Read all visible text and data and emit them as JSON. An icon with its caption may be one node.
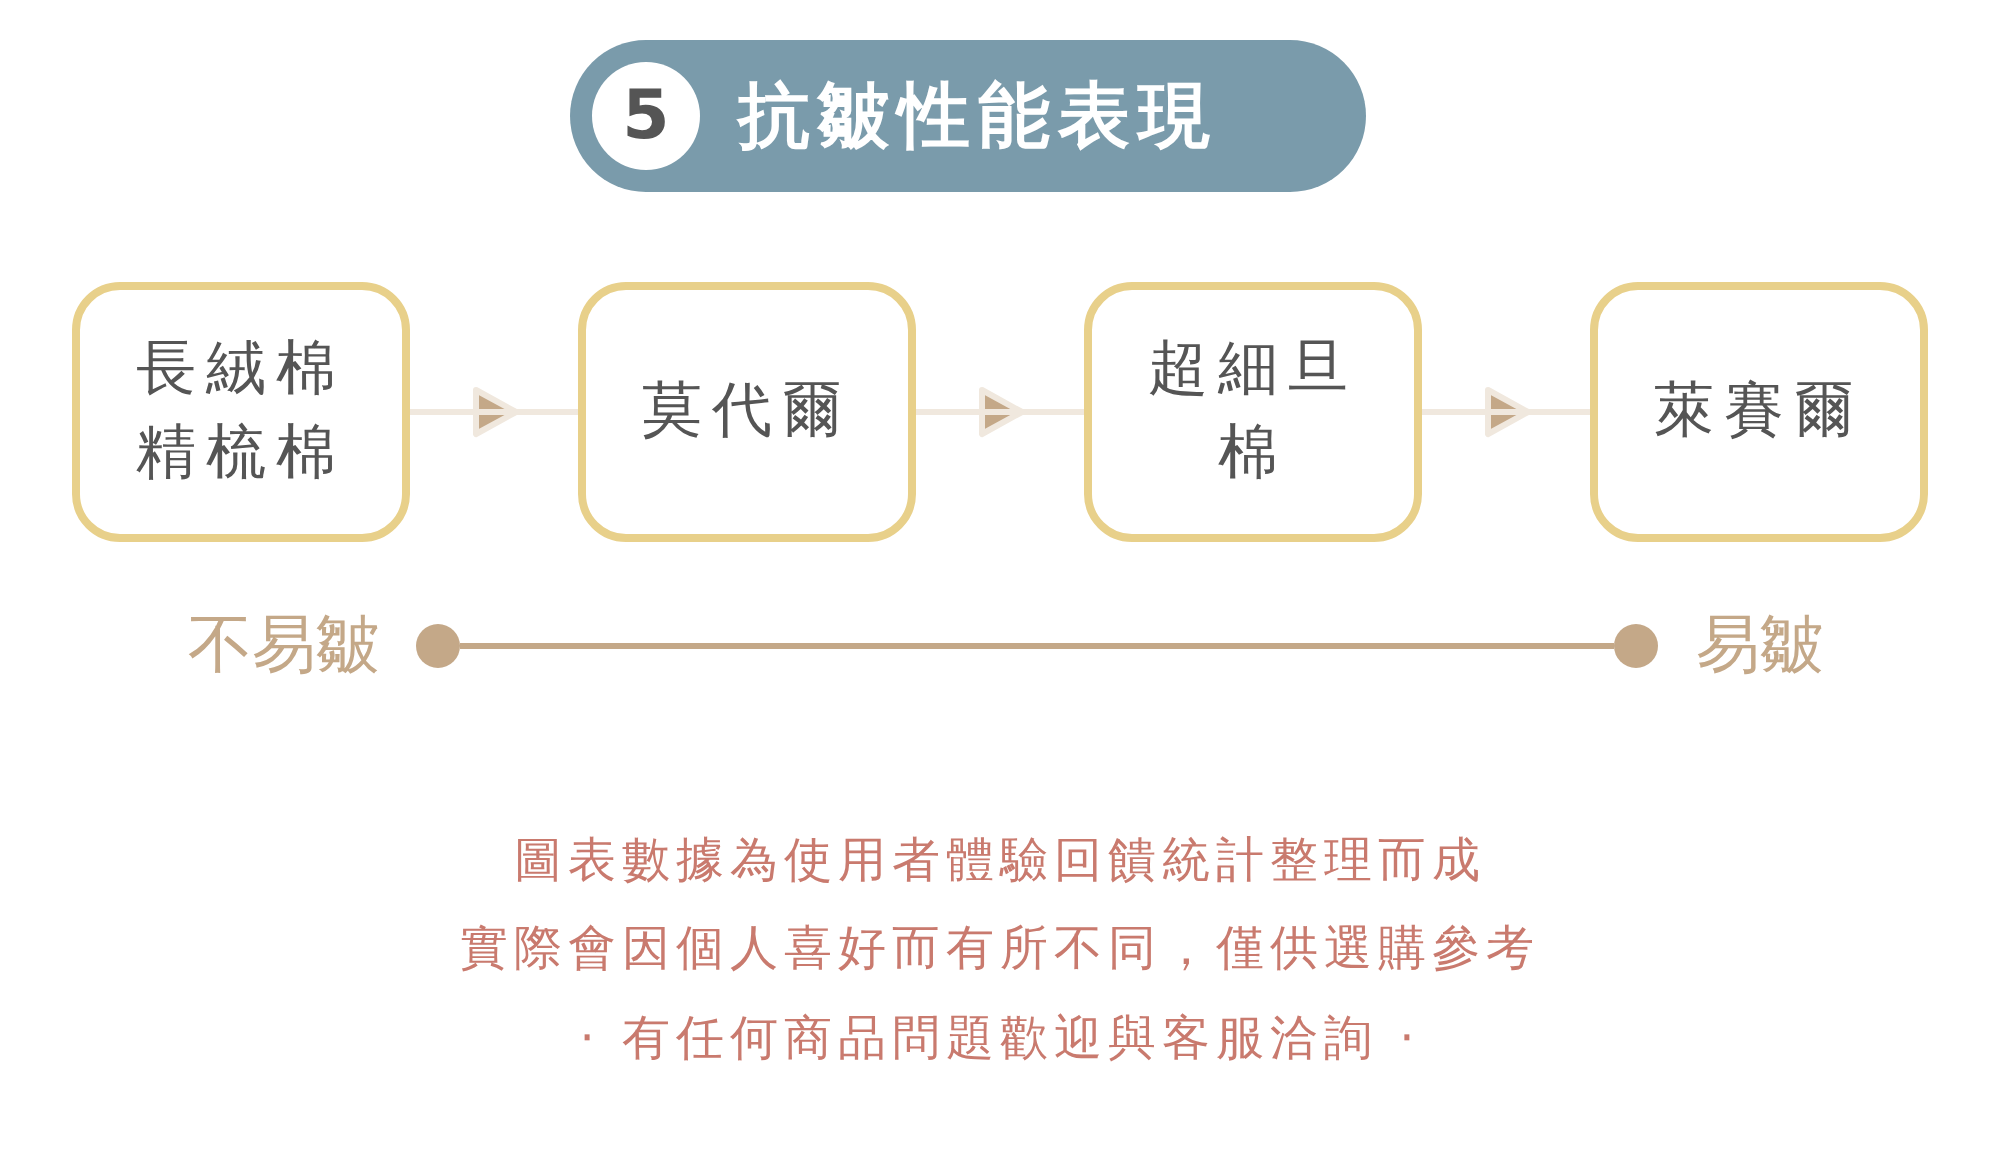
{
  "diagram": {
    "nodes": [
      {
        "text": [
          "抗皺性能表現"
        ]
      },
      {
        "text": [
          "5"
        ],
        "in": 0
      },
      {
        "text": [
          "長絨棉精梳棉"
        ]
      },
      {
        "text": [
          "莫代爾"
        ]
      },
      {
        "text": [
          "超細旦棉"
        ]
      },
      {
        "text": [
          "萊賽爾"
        ]
      },
      {
        "text": [],
        "shape": "circle",
        "beside": [
          "不易皺"
        ]
      },
      {
        "text": [],
        "shape": "circle",
        "beside": [
          "易皺"
        ]
      }
    ],
    "edges": [
      {
        "from": 2,
        "to": 3,
        "arrow": "to"
      },
      {
        "from": 3,
        "to": 4,
        "arrow": "to"
      },
      {
        "from": 4,
        "to": 5,
        "arrow": "to"
      },
      {
        "from": 6,
        "to": 7,
        "arrow": "none"
      }
    ],
    "labels": [
      "圖表數據為使用者體驗回饋統計整理而成",
      "實際會因個人喜好而有所不同，僅供選購參考",
      "· 有任何商品問題歡迎與客服洽詢 ·"
    ]
  }
}
